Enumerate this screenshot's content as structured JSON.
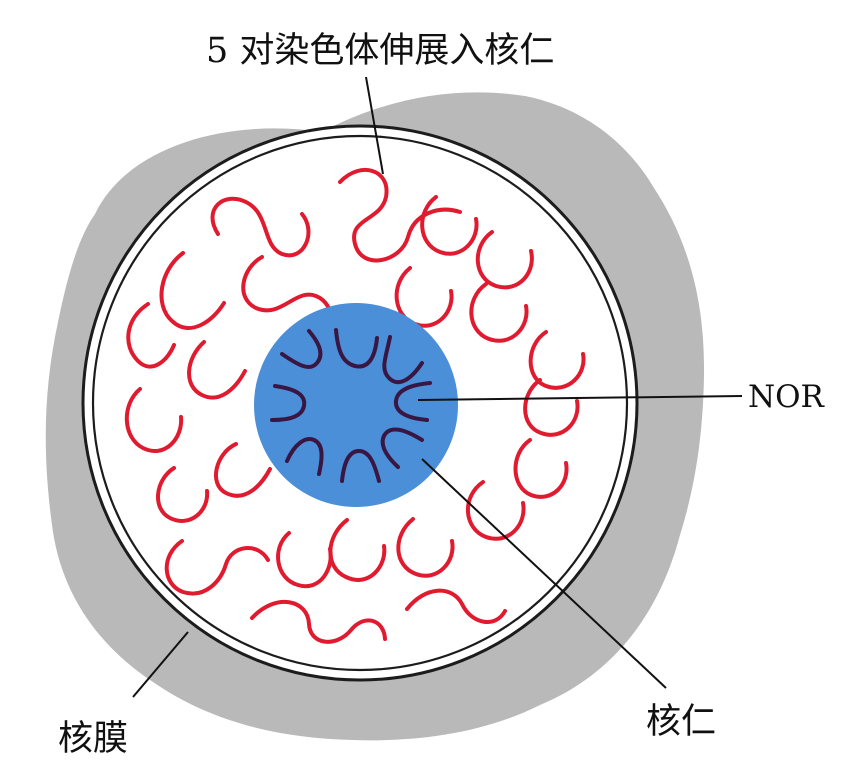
{
  "labels": {
    "top": "5 对染色体伸展入核仁",
    "nor": "NOR",
    "nucleolus": "核仁",
    "nuclear_membrane": "核膜"
  },
  "colors": {
    "cytoplasm": "#b9b9b9",
    "nucleolus": "#4a8fd8",
    "chromosome": "#e01b2f",
    "nor_region": "#3a1742",
    "membrane": "#1c1c1c",
    "text": "#111111"
  }
}
